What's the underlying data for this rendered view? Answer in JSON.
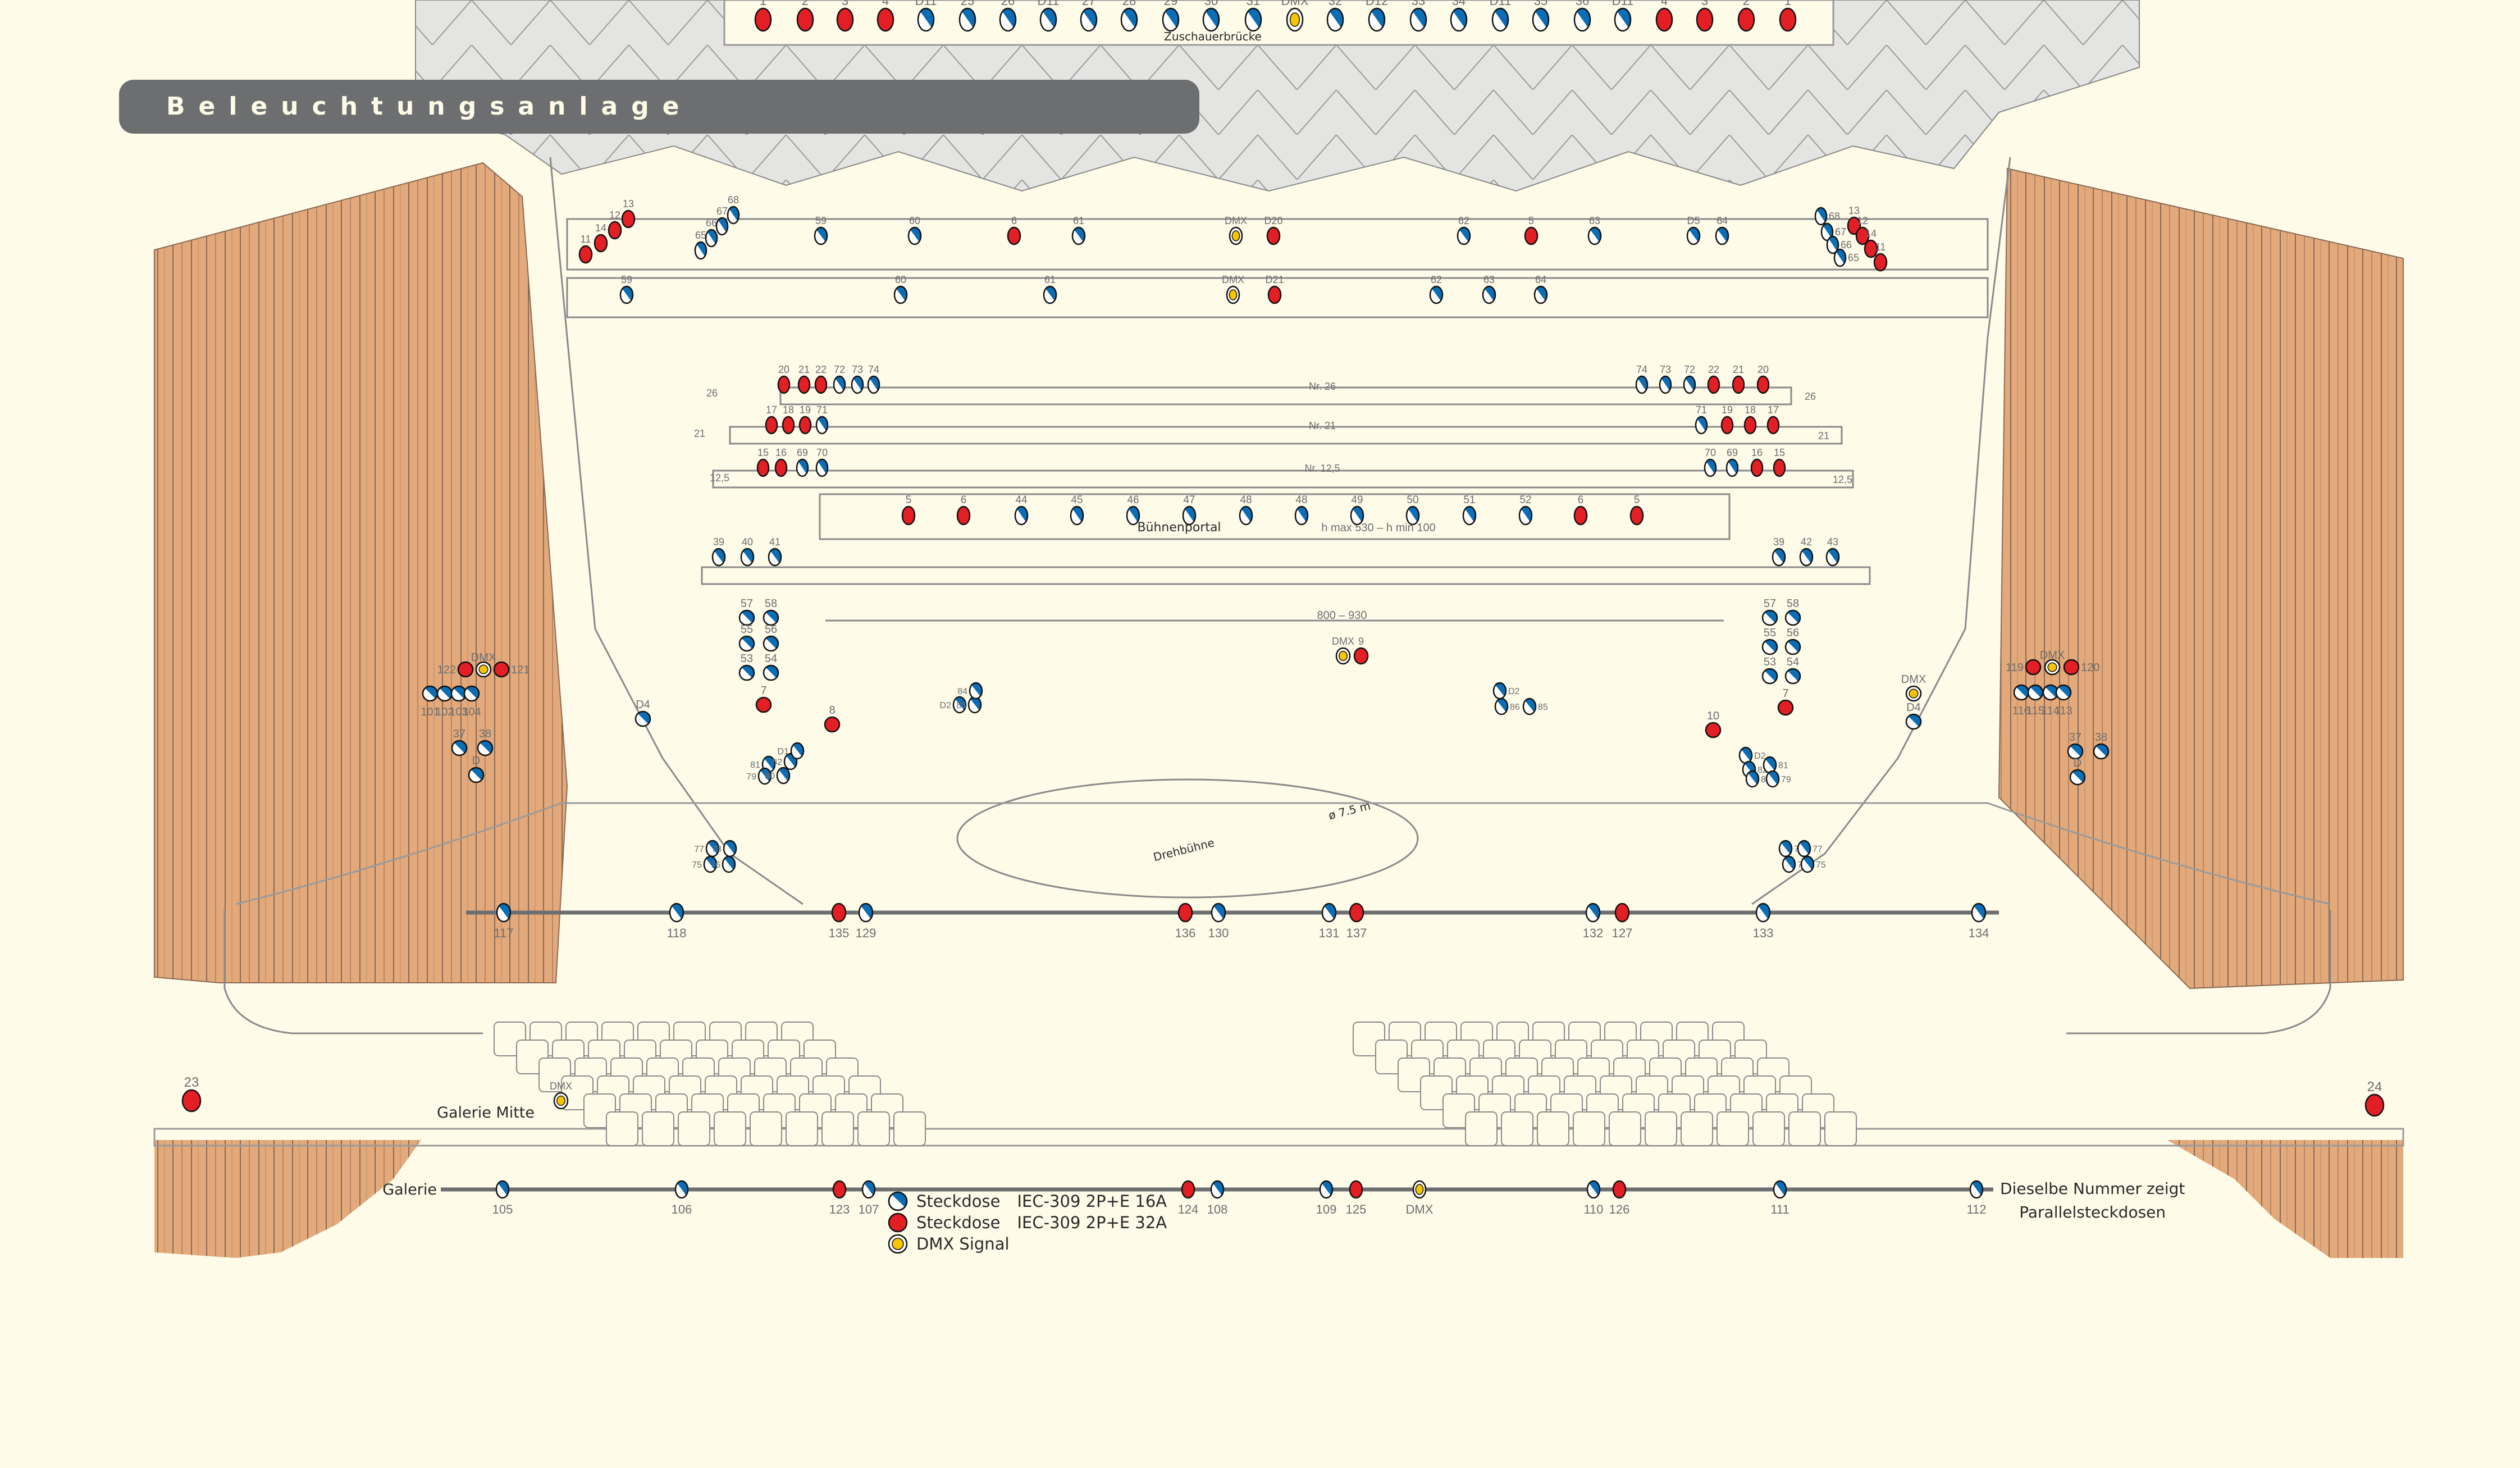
{
  "title": "Beleuchtungsanlage",
  "colors": {
    "background": "#fefbe8",
    "socket_16a_blue": "#0b6db4",
    "socket_32a_red": "#e31e24",
    "dmx_yellow": "#f6c400",
    "title_bar": "#6d6e70",
    "curtain_wood": "#e3a97a",
    "line_gray": "#6d6e70"
  },
  "legend": [
    {
      "icon": "socket-16a-icon",
      "label": "Steckdose",
      "code": "IEC-309 2P+E 16A"
    },
    {
      "icon": "socket-32a-icon",
      "label": "Steckdose",
      "code": "IEC-309 2P+E 32A"
    },
    {
      "icon": "dmx-signal-icon",
      "label": "DMX Signal",
      "code": ""
    }
  ],
  "notes": {
    "parallel_line1": "Dieselbe Nummer zeigt",
    "parallel_line2": "Parallelsteckdosen",
    "zuschauerbruecke": "Zuschauerbrücke",
    "buehnenportal": "Bühnenportal",
    "portal_height": "h max 530 – h min 100",
    "portal_width": "800 – 930",
    "drehbuehne": "Drehbühne",
    "drehbuehne_diameter": "ø 7.5 m",
    "galerie": "Galerie",
    "galerie_mitte": "Galerie Mitte",
    "bar_26": "Nr. 26",
    "bar_21": "Nr. 21",
    "bar_12_5": "Nr. 12,5",
    "height_26": "26",
    "height_21": "21",
    "height_12_5": "12,5"
  },
  "groups": {
    "zuschauerbruecke": [
      [
        "R",
        "1"
      ],
      [
        "R",
        "2"
      ],
      [
        "R",
        "3"
      ],
      [
        "R",
        "4"
      ],
      [
        "B",
        "D11"
      ],
      [
        "B",
        "25"
      ],
      [
        "B",
        "26"
      ],
      [
        "B",
        "D11"
      ],
      [
        "B",
        "27"
      ],
      [
        "B",
        "28"
      ],
      [
        "B",
        "29"
      ],
      [
        "B",
        "30"
      ],
      [
        "B",
        "31"
      ],
      [
        "Y",
        "DMX"
      ],
      [
        "B",
        "32"
      ],
      [
        "B",
        "D12"
      ],
      [
        "B",
        "33"
      ],
      [
        "B",
        "34"
      ],
      [
        "B",
        "D11"
      ],
      [
        "B",
        "35"
      ],
      [
        "B",
        "36"
      ],
      [
        "B",
        "D11"
      ],
      [
        "R",
        "4"
      ],
      [
        "R",
        "3"
      ],
      [
        "R",
        "2"
      ],
      [
        "R",
        "1"
      ]
    ],
    "gallery_upper_left_diag_red": [
      [
        "R",
        "11"
      ],
      [
        "R",
        "14"
      ],
      [
        "R",
        "12"
      ],
      [
        "R",
        "13"
      ]
    ],
    "gallery_upper_left_diag_blue": [
      [
        "B",
        "65"
      ],
      [
        "B",
        "66"
      ],
      [
        "B",
        "67"
      ],
      [
        "B",
        "68"
      ]
    ],
    "gallery_upper_row": [
      [
        "B",
        "59"
      ],
      [
        "B",
        "60"
      ],
      [
        "R",
        "6"
      ],
      [
        "B",
        "61"
      ],
      [
        "Y",
        "DMX"
      ],
      [
        "R",
        "D20"
      ],
      [
        "B",
        "62"
      ],
      [
        "R",
        "5"
      ],
      [
        "B",
        "63"
      ],
      [
        "B",
        "D5"
      ],
      [
        "B",
        "64"
      ]
    ],
    "gallery_upper_right_diag_blue": [
      [
        "B",
        "68"
      ],
      [
        "B",
        "67"
      ],
      [
        "B",
        "66"
      ],
      [
        "B",
        "65"
      ]
    ],
    "gallery_upper_right_diag_red": [
      [
        "R",
        "13"
      ],
      [
        "R",
        "12"
      ],
      [
        "R",
        "14"
      ],
      [
        "R",
        "11"
      ]
    ],
    "gallery_lower_row": [
      [
        "B",
        "59"
      ],
      [
        "B",
        "60"
      ],
      [
        "B",
        "61"
      ],
      [
        "Y",
        "DMX"
      ],
      [
        "R",
        "D21"
      ],
      [
        "B",
        "62"
      ],
      [
        "B",
        "63"
      ],
      [
        "B",
        "64"
      ]
    ],
    "bar_26_left": [
      [
        "R",
        "20"
      ],
      [
        "R",
        "21"
      ],
      [
        "R",
        "22"
      ],
      [
        "B",
        "72"
      ],
      [
        "B",
        "73"
      ],
      [
        "B",
        "74"
      ]
    ],
    "bar_26_right": [
      [
        "B",
        "74"
      ],
      [
        "B",
        "73"
      ],
      [
        "B",
        "72"
      ],
      [
        "R",
        "22"
      ],
      [
        "R",
        "21"
      ],
      [
        "R",
        "20"
      ]
    ],
    "bar_21_left": [
      [
        "R",
        "17"
      ],
      [
        "R",
        "18"
      ],
      [
        "R",
        "19"
      ],
      [
        "B",
        "71"
      ]
    ],
    "bar_21_right": [
      [
        "B",
        "71"
      ],
      [
        "R",
        "19"
      ],
      [
        "R",
        "18"
      ],
      [
        "R",
        "17"
      ]
    ],
    "bar_12_5_left": [
      [
        "R",
        "15"
      ],
      [
        "R",
        "16"
      ],
      [
        "B",
        "69"
      ],
      [
        "B",
        "70"
      ]
    ],
    "bar_12_5_right": [
      [
        "B",
        "70"
      ],
      [
        "B",
        "69"
      ],
      [
        "R",
        "16"
      ],
      [
        "R",
        "15"
      ]
    ],
    "buehnenportal": [
      [
        "R",
        "5"
      ],
      [
        "R",
        "6"
      ],
      [
        "B",
        "44"
      ],
      [
        "B",
        "45"
      ],
      [
        "B",
        "46"
      ],
      [
        "B",
        "47"
      ],
      [
        "B",
        "48"
      ],
      [
        "B",
        "48"
      ],
      [
        "B",
        "49"
      ],
      [
        "B",
        "50"
      ],
      [
        "B",
        "51"
      ],
      [
        "B",
        "52"
      ],
      [
        "R",
        "6"
      ],
      [
        "R",
        "5"
      ]
    ],
    "portal_bridge_left": [
      [
        "B",
        "39"
      ],
      [
        "B",
        "40"
      ],
      [
        "B",
        "41"
      ]
    ],
    "portal_bridge_right": [
      [
        "B",
        "39"
      ],
      [
        "B",
        "42"
      ],
      [
        "B",
        "43"
      ]
    ],
    "tower_left": [
      [
        "B",
        "57"
      ],
      [
        "B",
        "58"
      ],
      [
        "B",
        "55"
      ],
      [
        "B",
        "56"
      ],
      [
        "B",
        "53"
      ],
      [
        "B",
        "54"
      ],
      [
        "R",
        "7"
      ]
    ],
    "tower_right": [
      [
        "B",
        "57"
      ],
      [
        "B",
        "58"
      ],
      [
        "B",
        "55"
      ],
      [
        "B",
        "56"
      ],
      [
        "B",
        "53"
      ],
      [
        "B",
        "54"
      ],
      [
        "R",
        "7"
      ]
    ],
    "box_d4_left": [
      [
        "B",
        "D4"
      ]
    ],
    "box_8_left": [
      [
        "R",
        "8"
      ]
    ],
    "box_10_right": [
      [
        "R",
        "10"
      ]
    ],
    "box_dmx_d4_right": [
      [
        "Y",
        "DMX"
      ],
      [
        "B",
        "D4"
      ]
    ],
    "side_box_left_top": [
      [
        "R",
        "122"
      ],
      [
        "Y",
        "DMX"
      ],
      [
        "R",
        "121"
      ]
    ],
    "side_box_left_bottom": [
      [
        "B",
        "101"
      ],
      [
        "B",
        "102"
      ],
      [
        "B",
        "103"
      ],
      [
        "B",
        "104"
      ]
    ],
    "side_box_right_top": [
      [
        "R",
        "119"
      ],
      [
        "Y",
        "DMX"
      ],
      [
        "R",
        "120"
      ]
    ],
    "side_box_right_bottom": [
      [
        "B",
        "116"
      ],
      [
        "B",
        "115"
      ],
      [
        "B",
        "114"
      ],
      [
        "B",
        "113"
      ]
    ],
    "side_small_left": [
      [
        "B",
        "37"
      ],
      [
        "B",
        "38"
      ],
      [
        "B",
        "D"
      ]
    ],
    "side_small_right": [
      [
        "B",
        "37"
      ],
      [
        "B",
        "38"
      ],
      [
        "B",
        "D"
      ]
    ],
    "floor_dmx9": [
      [
        "Y",
        "DMX"
      ],
      [
        "R",
        "9"
      ]
    ],
    "floor_pod_left_mid": [
      [
        "B",
        "D2"
      ],
      [
        "B",
        "83"
      ],
      [
        "B",
        "84"
      ]
    ],
    "floor_pod_right_mid": [
      [
        "B",
        "D2"
      ],
      [
        "B",
        "86"
      ],
      [
        "B",
        "85"
      ]
    ],
    "floor_pod_left_front": [
      [
        "B",
        "81"
      ],
      [
        "B",
        "82"
      ],
      [
        "B",
        "D1"
      ],
      [
        "B",
        "79"
      ],
      [
        "B",
        "80"
      ]
    ],
    "floor_pod_right_front": [
      [
        "B",
        "D2"
      ],
      [
        "B",
        "82"
      ],
      [
        "B",
        "81"
      ],
      [
        "B",
        "80"
      ],
      [
        "B",
        "79"
      ]
    ],
    "floor_pod_left_back": [
      [
        "B",
        "77"
      ],
      [
        "B",
        "78"
      ],
      [
        "B",
        "75"
      ],
      [
        "B",
        "76"
      ]
    ],
    "floor_pod_right_back": [
      [
        "B",
        "78"
      ],
      [
        "B",
        "77"
      ],
      [
        "B",
        "76"
      ],
      [
        "B",
        "75"
      ]
    ],
    "stage_edge_line": [
      [
        "B",
        "117"
      ],
      [
        "B",
        "118"
      ],
      [
        "R",
        "135"
      ],
      [
        "B",
        "129"
      ],
      [
        "R",
        "136"
      ],
      [
        "B",
        "130"
      ],
      [
        "B",
        "131"
      ],
      [
        "R",
        "137"
      ],
      [
        "B",
        "132"
      ],
      [
        "R",
        "127"
      ],
      [
        "B",
        "133"
      ],
      [
        "B",
        "134"
      ]
    ],
    "galerie_line": [
      [
        "B",
        "105"
      ],
      [
        "B",
        "106"
      ],
      [
        "R",
        "123"
      ],
      [
        "B",
        "107"
      ],
      [
        "R",
        "124"
      ],
      [
        "B",
        "108"
      ],
      [
        "B",
        "109"
      ],
      [
        "R",
        "125"
      ],
      [
        "Y",
        "DMX"
      ],
      [
        "B",
        "110"
      ],
      [
        "R",
        "126"
      ],
      [
        "B",
        "111"
      ],
      [
        "B",
        "112"
      ]
    ],
    "galerie_mitte_dmx": [
      [
        "Y",
        "DMX"
      ]
    ],
    "wall_box_23": [
      [
        "R",
        "23"
      ]
    ],
    "wall_box_24": [
      [
        "R",
        "24"
      ]
    ]
  }
}
